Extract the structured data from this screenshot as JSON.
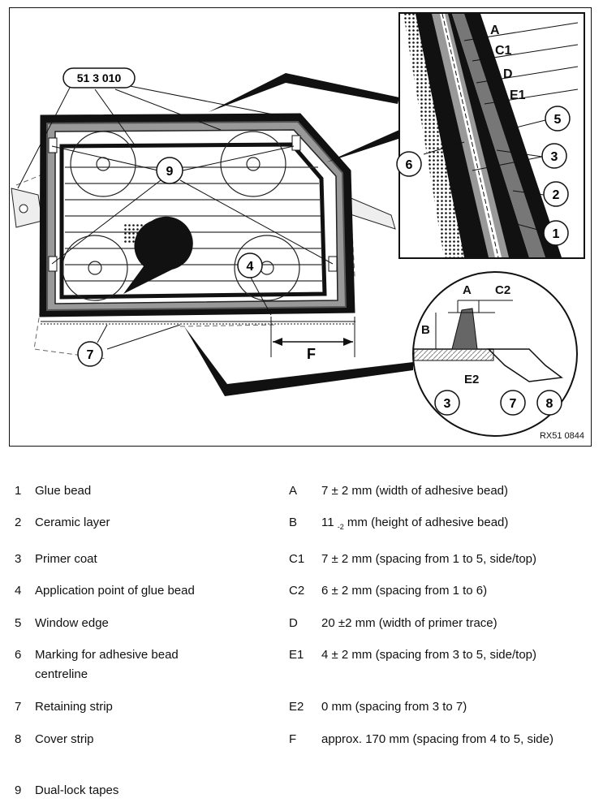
{
  "figure": {
    "tool_label": "51 3 010",
    "ref_code": "RX51 0844",
    "callouts": [
      "1",
      "2",
      "3",
      "4",
      "5",
      "6",
      "7",
      "8",
      "9"
    ],
    "detail_top_labels": [
      "A",
      "C1",
      "D",
      "E1"
    ],
    "detail_bottom_labels": [
      "A",
      "C2",
      "B",
      "E2"
    ],
    "dim_label": "F"
  },
  "legend_left": [
    {
      "num": "1",
      "text": "Glue bead"
    },
    {
      "num": "2",
      "text": "Ceramic layer"
    },
    {
      "num": "3",
      "text": "Primer coat"
    },
    {
      "num": "4",
      "text": "Application point of glue bead"
    },
    {
      "num": "5",
      "text": "Window edge"
    },
    {
      "num": "6",
      "text": "Marking for adhesive bead centreline"
    },
    {
      "num": "7",
      "text": "Retaining strip"
    },
    {
      "num": "8",
      "text": "Cover strip"
    },
    {
      "num": "9",
      "text": "Dual-lock tapes"
    }
  ],
  "legend_right": [
    {
      "code": "A",
      "text": "7 ± 2 mm (width of adhesive bead)"
    },
    {
      "code": "B",
      "pre": "11 ",
      "sub": "-2",
      "post": " mm (height of adhesive bead)"
    },
    {
      "code": "C1",
      "text": "7 ± 2 mm (spacing from 1 to 5, side/top)"
    },
    {
      "code": "C2",
      "text": "6 ± 2 mm (spacing from 1 to 6)"
    },
    {
      "code": "D",
      "text": "20 ±2 mm (width of primer trace)"
    },
    {
      "code": "E1",
      "text": "4 ± 2 mm (spacing from 3 to 5, side/top)"
    },
    {
      "code": "E2",
      "text": "0 mm (spacing from 3 to 7)"
    },
    {
      "code": "F",
      "text": "approx. 170 mm (spacing from 4 to 5, side)"
    }
  ]
}
